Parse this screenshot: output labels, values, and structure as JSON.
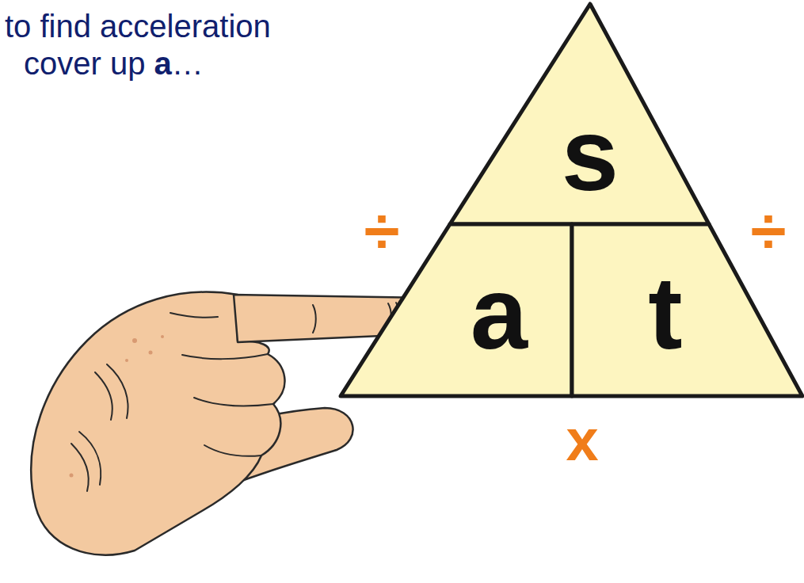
{
  "diagram": {
    "nodes": [
      {
        "text": [
          "s"
        ]
      },
      {
        "text": [
          "a"
        ]
      },
      {
        "text": [
          "t"
        ]
      }
    ],
    "labels": [
      "to find acceleration cover up",
      "a",
      "…",
      "÷",
      "÷",
      "x"
    ]
  }
}
